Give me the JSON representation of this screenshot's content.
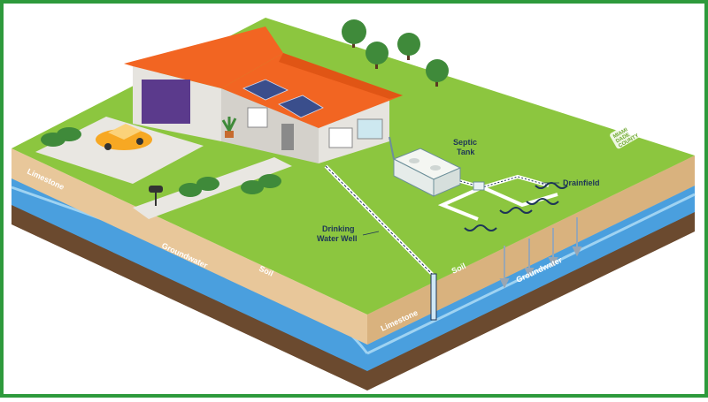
{
  "colors": {
    "frame": "#2e9a3c",
    "grass": "#8cc63f",
    "grass_dark": "#6fa832",
    "soil": "#e8c79a",
    "soil_side": "#d9b27e",
    "water": "#4a9fde",
    "water_light": "#9fd3f2",
    "bedrock": "#6b4a2f",
    "roof": "#f26522",
    "wall": "#e6e4df",
    "car": "#f7a823",
    "solar": "#3a4e8c"
  },
  "labels": {
    "septic_tank": [
      "Septic",
      "Tank"
    ],
    "drainfield": "Drainfield",
    "drinking_water_well": [
      "Drinking",
      "Water Well"
    ],
    "limestone_left": "Limestone",
    "groundwater_left": "Groundwater",
    "soil_left": "Soil",
    "soil_right": "Soil",
    "groundwater_right": "Groundwater",
    "limestone_right": "Limestone"
  },
  "logo": {
    "lines": [
      "MIAMI",
      "DADE",
      "COUNTY"
    ],
    "icon": "county-logo-icon"
  },
  "icons": [
    "house-icon",
    "car-icon",
    "mailbox-icon",
    "tree-icon",
    "bush-icon",
    "solar-panel-icon",
    "septic-tank-icon",
    "drainfield-pipe-icon",
    "well-pipe-icon",
    "flow-arrow-icon"
  ]
}
